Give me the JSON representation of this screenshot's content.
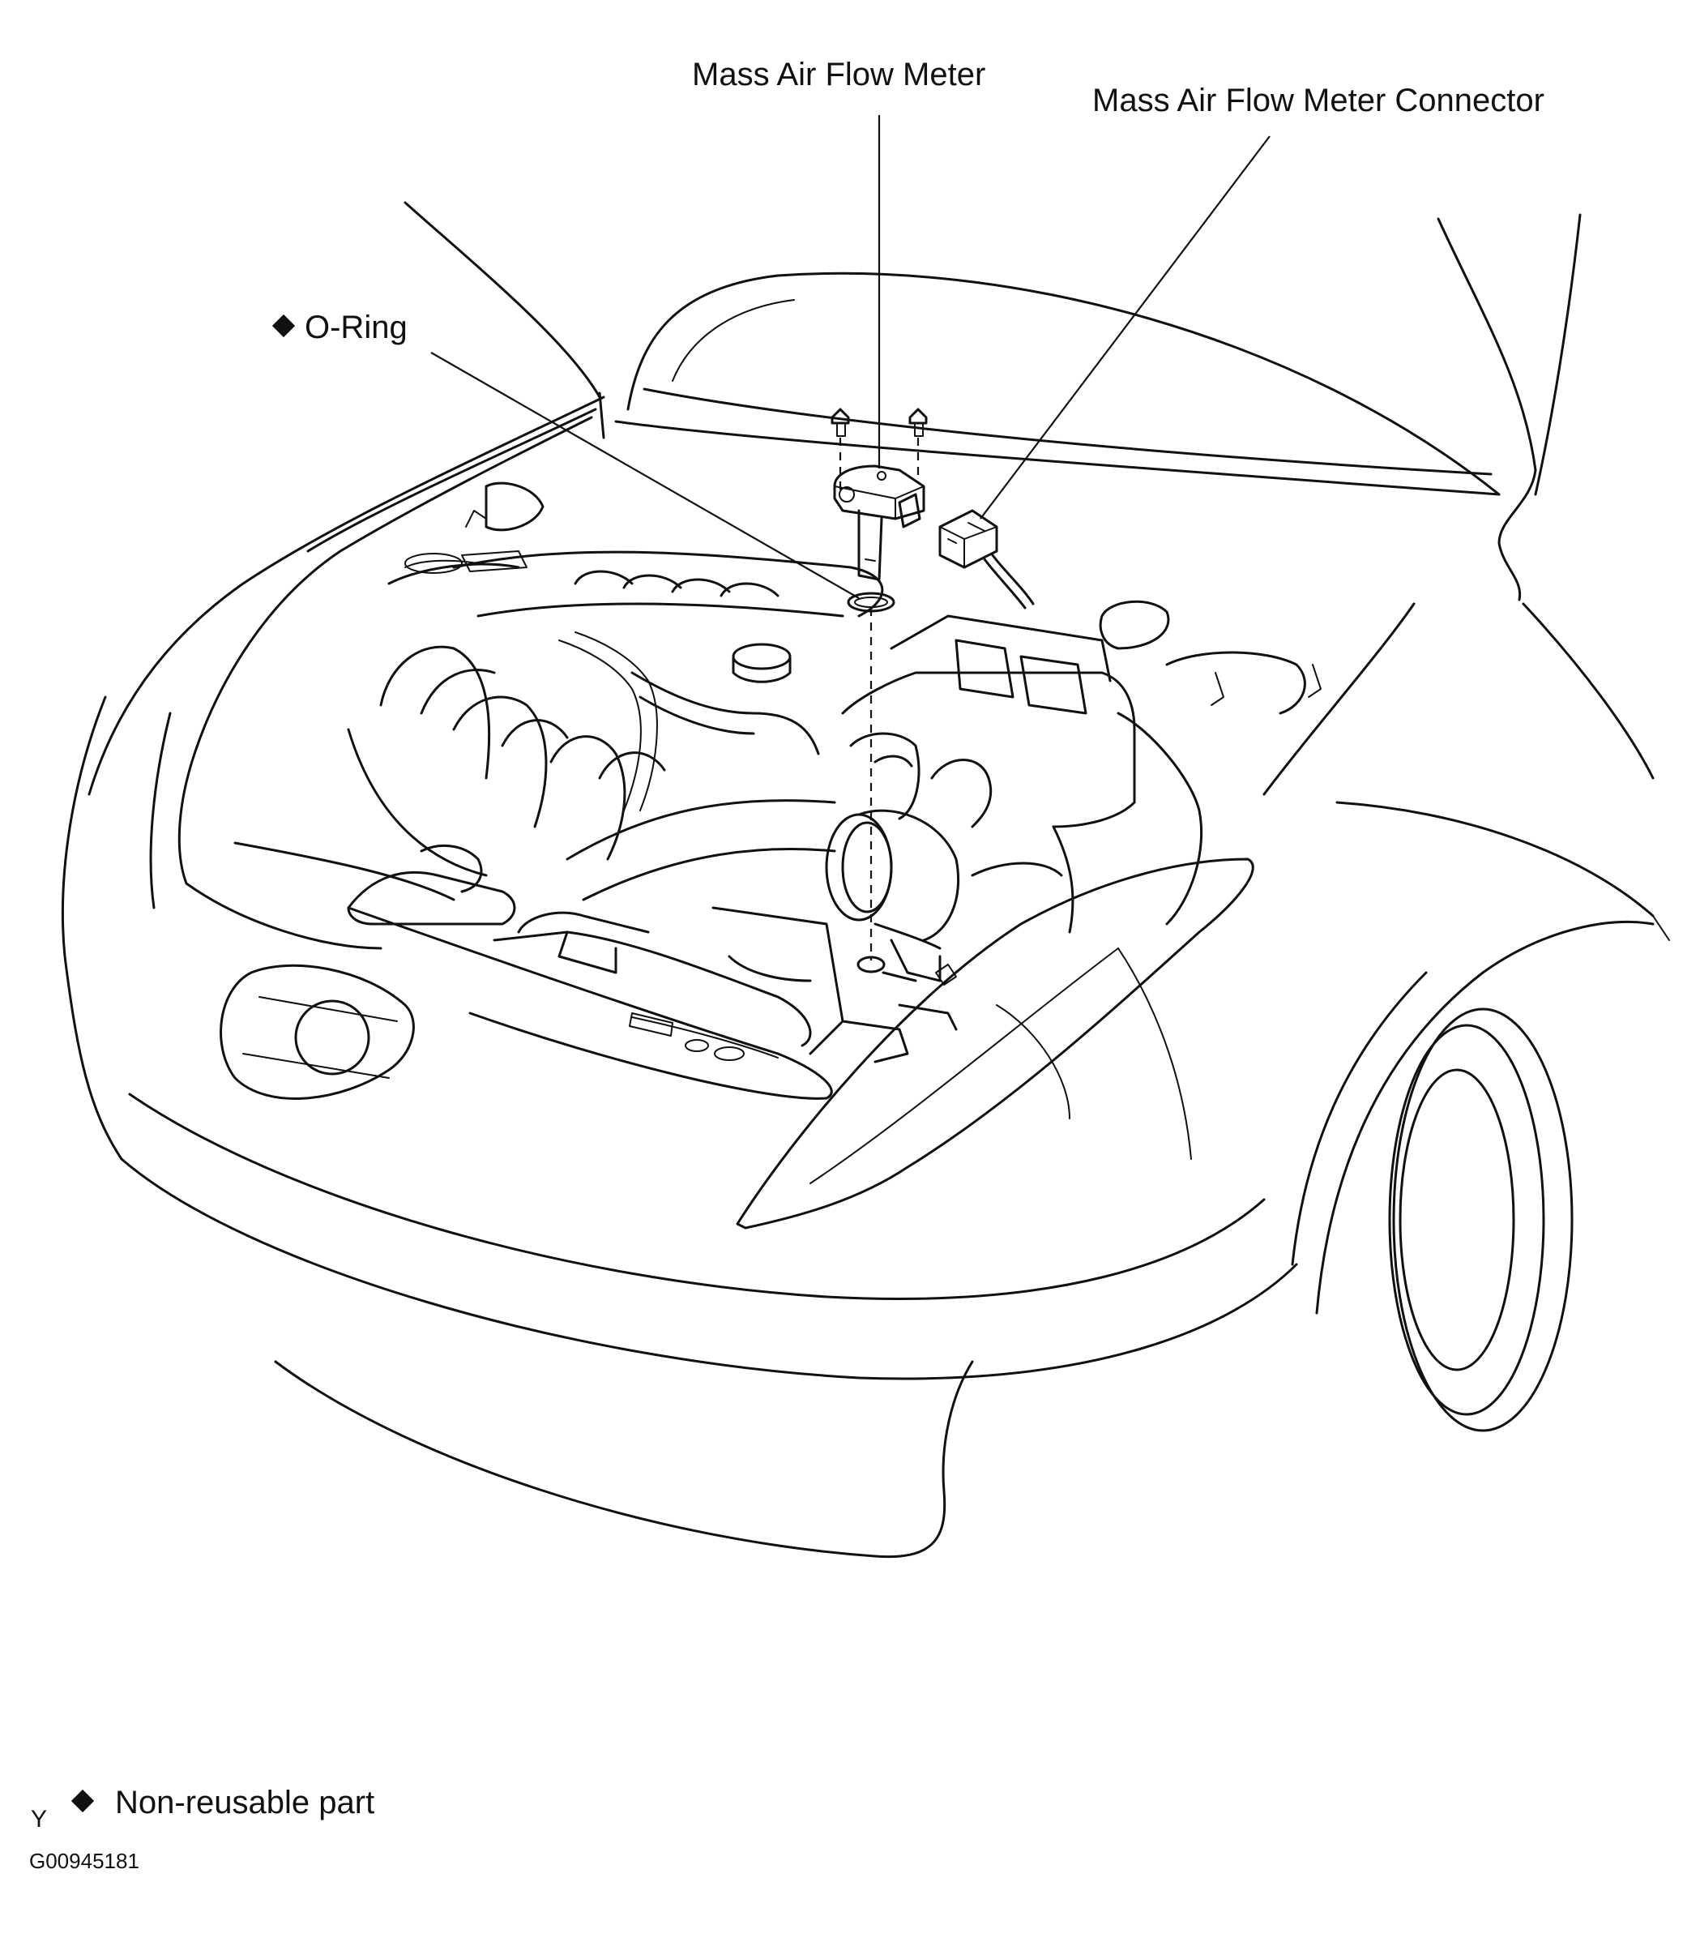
{
  "labels": {
    "maf_meter": "Mass Air Flow Meter",
    "maf_connector": "Mass Air Flow Meter Connector",
    "o_ring": "O-Ring",
    "legend_text": "Non-reusable part",
    "corner_mark": "Y",
    "figure_code": "G00945181"
  },
  "icons": {
    "non_reusable_marker": "diamond-icon"
  }
}
